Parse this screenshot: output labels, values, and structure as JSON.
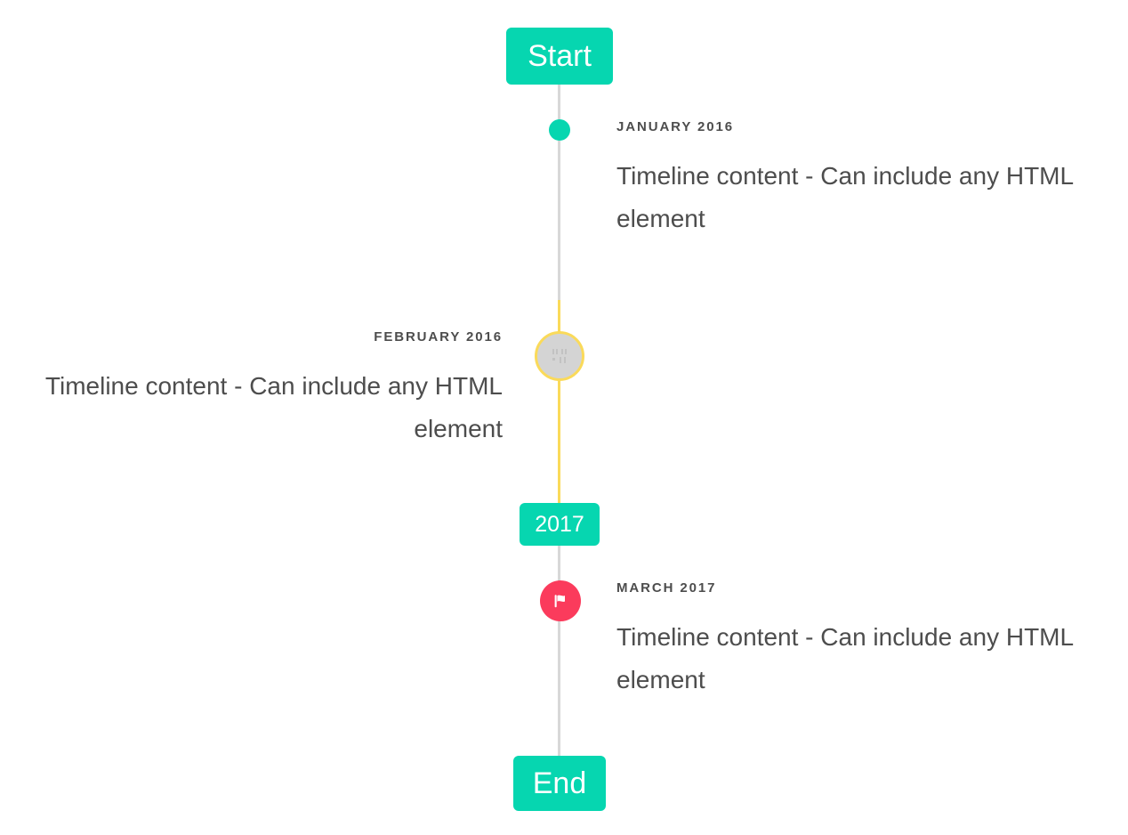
{
  "timeline": {
    "start_label": "Start",
    "end_label": "End",
    "year_divider_label": "2017",
    "colors": {
      "accent_green": "#06D6B0",
      "accent_yellow": "#FADA5A",
      "accent_pink": "#FB3B5C",
      "line_grey": "#D8D8D8",
      "marker_grey": "#D4D4D4",
      "text_grey": "#4D4D4D"
    },
    "entries": [
      {
        "date": "January 2016",
        "body": "Timeline content - Can include any HTML element",
        "side": "right",
        "marker": "dot-marker"
      },
      {
        "date": "February 2016",
        "body": "Timeline content - Can include any HTML element",
        "side": "left",
        "marker": "broken-image-marker"
      },
      {
        "date": "March 2017",
        "body": "Timeline content - Can include any HTML element",
        "side": "right",
        "marker": "flag-marker"
      }
    ]
  }
}
